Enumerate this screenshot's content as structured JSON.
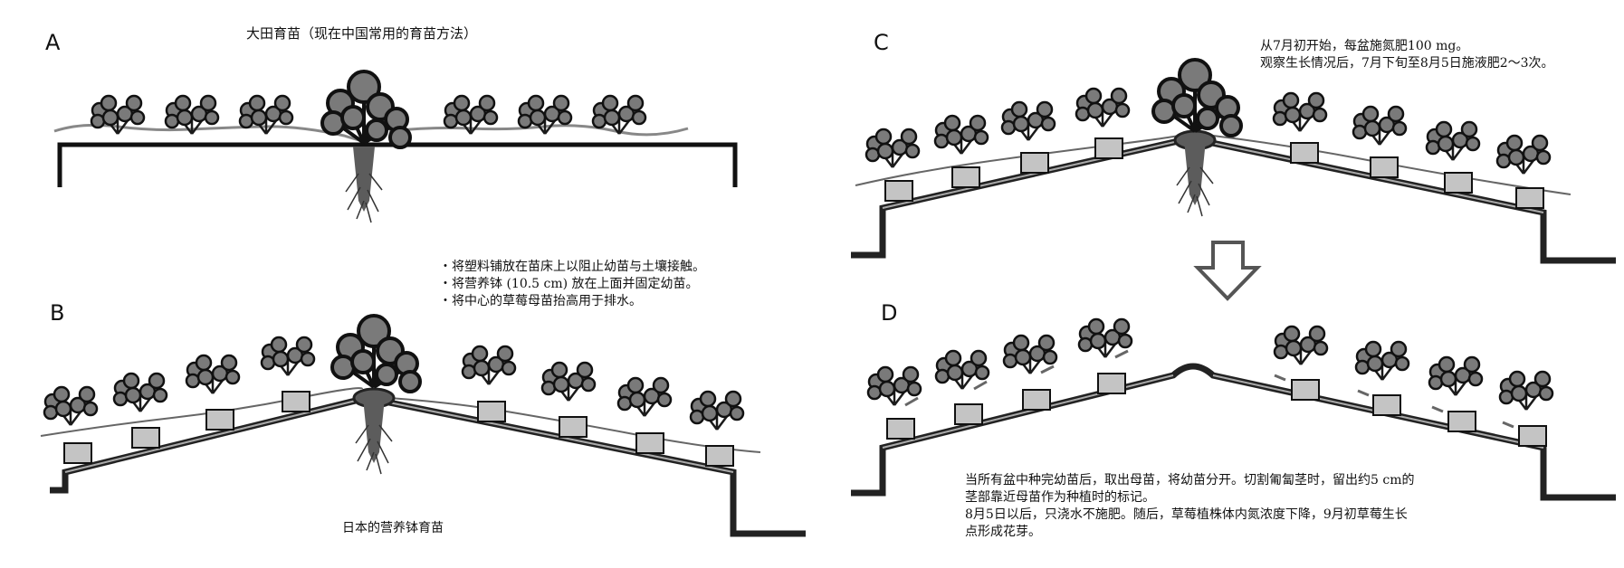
{
  "panels": {
    "a": {
      "letter": "A",
      "caption": "大田育苗（现在中国常用的育苗方法）"
    },
    "b": {
      "letter": "B",
      "notes": [
        "・将塑料铺放在苗床上以阻止幼苗与土壤接触。",
        "・将营养钵 (10.5 cm) 放在上面并固定幼苗。",
        "・将中心的草莓母苗抬高用于排水。"
      ],
      "caption": "日本的营养钵育苗"
    },
    "c": {
      "letter": "C",
      "notes": [
        "从7月初开始，每盆施氮肥100 mg。",
        "观察生长情况后，7月下旬至8月5日施液肥2～3次。"
      ]
    },
    "d": {
      "letter": "D",
      "notes": [
        "当所有盆中种完幼苗后，取出母苗，将幼苗分开。切割匍匐茎时，留出约5  cm的",
        "茎部靠近母苗作为种植时的标记。",
        "8月5日以后，只浇水不施肥。随后，草莓植株体内氮浓度下降，9月初草莓生长",
        "点形成花芽。"
      ]
    }
  },
  "colors": {
    "line": "#1a1a1a",
    "leaf": "#7a7a7a",
    "root": "#5c5c5c",
    "pot": "#c4c4c4",
    "runner": "#888888",
    "arrow": "#555555"
  },
  "icons": {
    "plant": "strawberry-seedling-icon",
    "mother": "strawberry-mother-plant-icon",
    "pot": "nursery-pot-icon",
    "arrow": "down-arrow-icon"
  }
}
